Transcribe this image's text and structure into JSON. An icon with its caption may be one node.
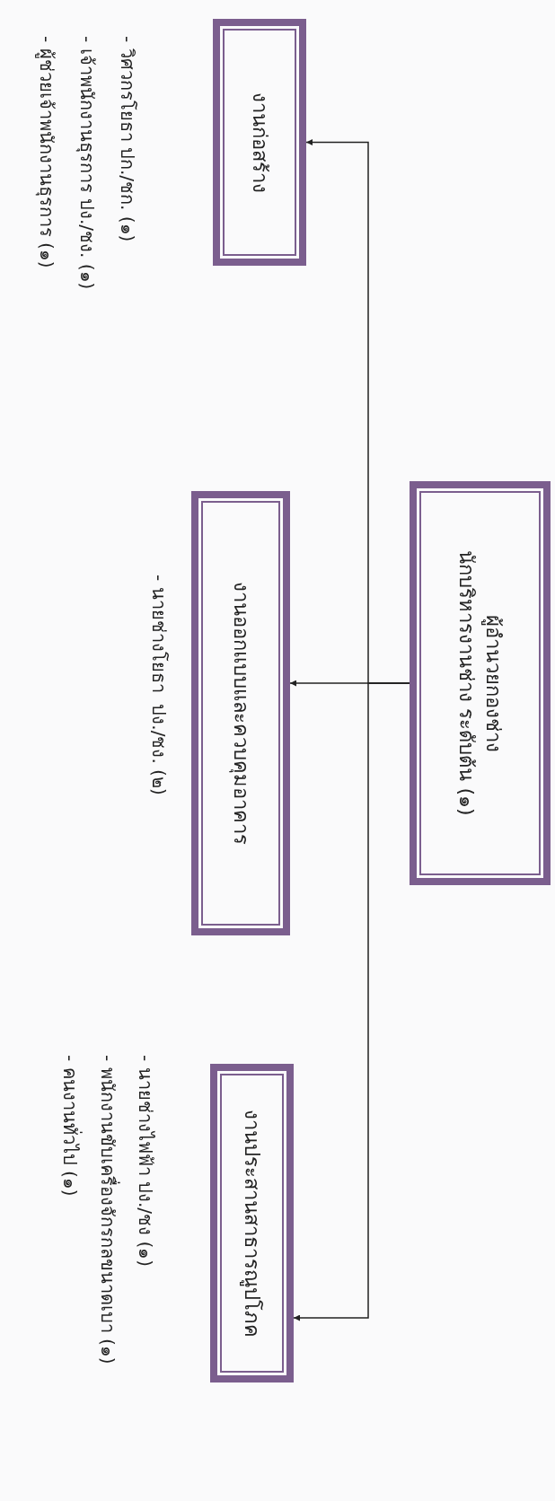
{
  "diagram": {
    "nodes": [
      {
        "text": [
          "ผู้อำนวยกองช่าง",
          "นักบริหารงานช่าง ระดับต้น (๑)"
        ]
      },
      {
        "text": [
          "งานก่อสร้าง"
        ],
        "beside": [
          "- วิศวกรโยธา ปก./ชก. (๑)",
          "- เจ้าพนักงานธุรการ ปง./ชง. (๑)",
          "- ผู้ช่วยเจ้าพนักงานธุรการ (๑)"
        ]
      },
      {
        "text": [
          "งานออกแบบและควบคุมอาคาร"
        ],
        "beside": [
          "- นายช่างโยธา  ปง./ชง. (๒)"
        ]
      },
      {
        "text": [
          "งานประสานสาธารณูปโภค"
        ],
        "beside": [
          "- นายช่างไฟฟ้า ปง./ชง (๑)",
          "- พนักงานขับเครื่องจักรกลขนาดเบา (๑)",
          "- คนงานทั่วไป (๑)"
        ]
      }
    ],
    "edges": [
      {
        "from": 0,
        "to": 1,
        "arrow": "to"
      },
      {
        "from": 0,
        "to": 2,
        "arrow": "to"
      },
      {
        "from": 0,
        "to": 3,
        "arrow": "to"
      }
    ]
  }
}
